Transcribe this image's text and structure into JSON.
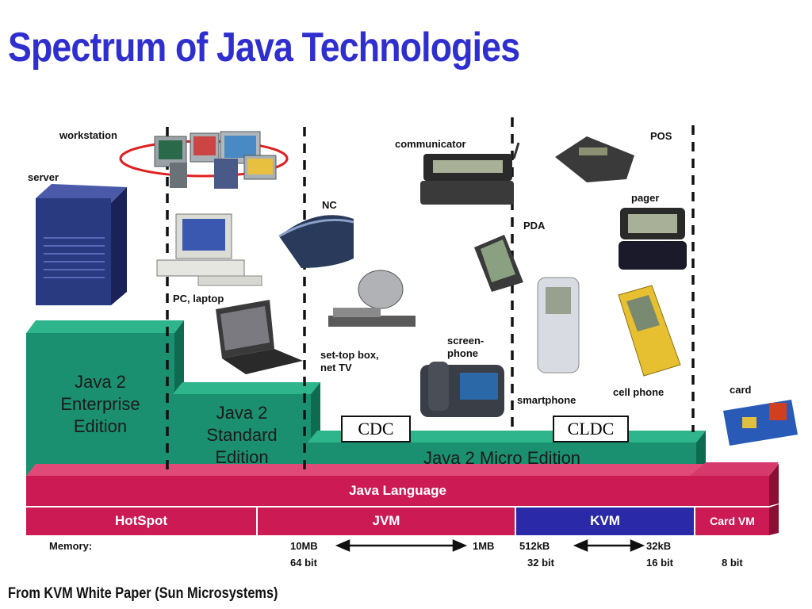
{
  "title": "Spectrum of Java Technologies",
  "source": "From KVM White Paper (Sun Microsystems)",
  "devices": {
    "workstation": "workstation",
    "server": "server",
    "pc_laptop": "PC, laptop",
    "nc": "NC",
    "set_top_1": "set-top box,",
    "set_top_2": "net TV",
    "communicator": "communicator",
    "pda": "PDA",
    "screenphone_1": "screen-",
    "screenphone_2": "phone",
    "smartphone": "smartphone",
    "pos": "POS",
    "pager": "pager",
    "cell_phone": "cell phone",
    "card": "card"
  },
  "editions": {
    "ee_1": "Java 2",
    "ee_2": "Enterprise",
    "ee_3": "Edition",
    "se_1": "Java 2",
    "se_2": "Standard",
    "se_3": "Edition",
    "me": "Java 2 Micro Edition",
    "cdc": "CDC",
    "cldc": "CLDC"
  },
  "layers": {
    "language": "Java Language",
    "hotspot": "HotSpot",
    "jvm": "JVM",
    "kvm": "KVM",
    "cardvm": "Card VM"
  },
  "memory": {
    "label": "Memory:",
    "m1": "10MB",
    "b1": "64 bit",
    "m2": "1MB",
    "m3": "512kB",
    "b3": "32 bit",
    "m4": "32kB",
    "b4": "16 bit",
    "b5": "8 bit"
  },
  "colors": {
    "title": "#2f2fd0",
    "green": "#1a8c6a",
    "magenta": "#cc1a55",
    "kvm_blue": "#2a2aa8"
  }
}
